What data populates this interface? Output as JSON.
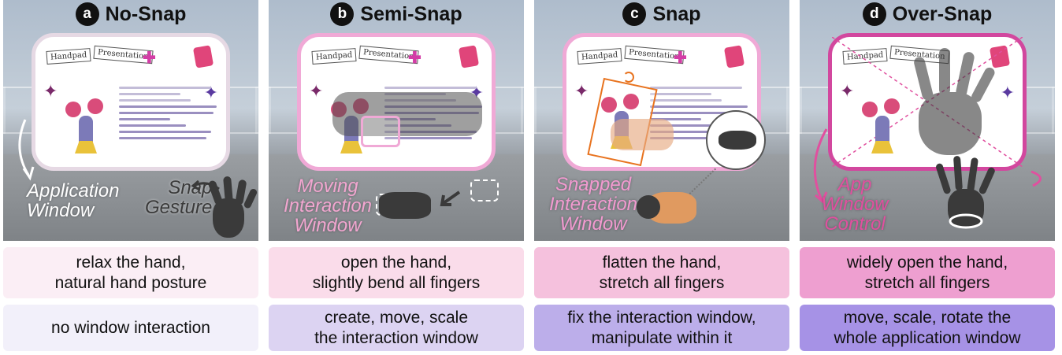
{
  "panels": [
    {
      "badge": "a",
      "title": "No-Snap",
      "labels": [
        "Application\nWindow",
        "Snap\nGesture"
      ],
      "row1": "relax the hand,\nnatural hand posture",
      "row2": "no window interaction"
    },
    {
      "badge": "b",
      "title": "Semi-Snap",
      "labels": [
        "Moving\nInteraction\nWindow"
      ],
      "row1": "open the hand,\nslightly bend all fingers",
      "row2": "create, move, scale\nthe interaction window"
    },
    {
      "badge": "c",
      "title": "Snap",
      "labels": [
        "Snapped\nInteraction\nWindow"
      ],
      "row1": "flatten the hand,\nstretch all fingers",
      "row2": "fix the interaction window,\nmanipulate within it"
    },
    {
      "badge": "d",
      "title": "Over-Snap",
      "labels": [
        "App\nWindow\nControl"
      ],
      "row1": "widely open the hand,\nstretch all fingers",
      "row2": "move, scale, rotate the\nwhole application window"
    }
  ],
  "app_window": {
    "title_left": "Handpad",
    "title_right": "Presentation"
  },
  "colors": {
    "row1": [
      "#fbeef5",
      "#fadcea",
      "#f5c1dd",
      "#ee9fd0"
    ],
    "row2": [
      "#f2f0fa",
      "#dcd3f2",
      "#bcaeea",
      "#a692e6"
    ],
    "accent_pink": "#d2479e",
    "orange": "#e8731f"
  }
}
